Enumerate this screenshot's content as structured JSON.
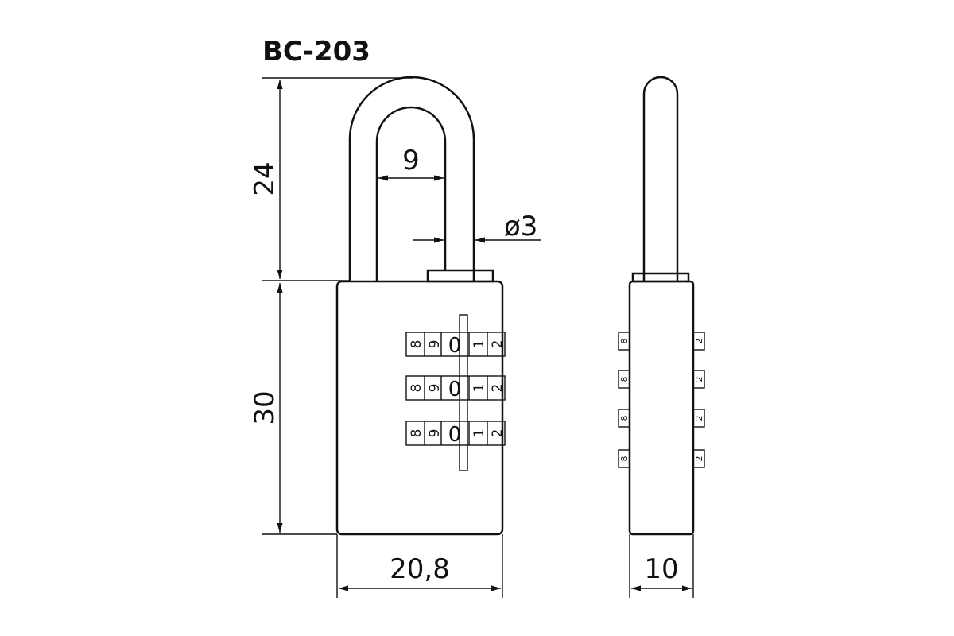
{
  "title": "ВС-203",
  "dimensions": {
    "shackle_height": "24",
    "shackle_inner_width": "9",
    "shackle_diameter": "ø3",
    "body_height": "30",
    "body_width": "20,8",
    "body_depth": "10"
  },
  "dials": {
    "count": 3,
    "digits": [
      "8",
      "9",
      "0",
      "1",
      "2"
    ]
  },
  "side_dial_digits": {
    "left": "8",
    "right": "2"
  }
}
